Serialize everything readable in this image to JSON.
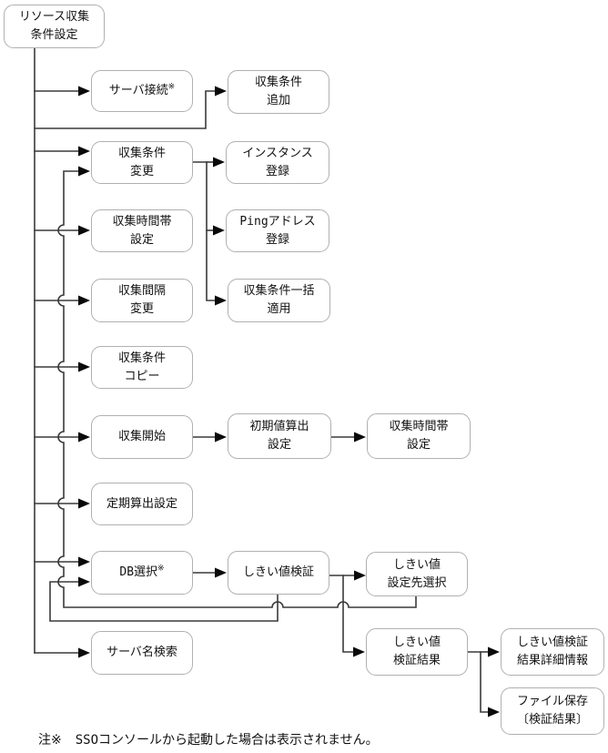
{
  "nodes": {
    "root": {
      "lines": [
        "リソース収集",
        "条件設定"
      ]
    },
    "server_connect": {
      "lines": [
        "サーバ接続"
      ],
      "sup": "※"
    },
    "add_condition": {
      "lines": [
        "収集条件",
        "追加"
      ]
    },
    "change_condition": {
      "lines": [
        "収集条件",
        "変更"
      ]
    },
    "instance_register": {
      "lines": [
        "インスタンス",
        "登録"
      ]
    },
    "timezone_setting": {
      "lines": [
        "収集時間帯",
        "設定"
      ]
    },
    "ping_register": {
      "lines": [
        "Pingアドレス",
        "登録"
      ]
    },
    "interval_change": {
      "lines": [
        "収集間隔",
        "変更"
      ]
    },
    "batch_apply": {
      "lines": [
        "収集条件一括",
        "適用"
      ]
    },
    "copy_condition": {
      "lines": [
        "収集条件",
        "コピー"
      ]
    },
    "start_collection": {
      "lines": [
        "収集開始"
      ]
    },
    "initial_calc": {
      "lines": [
        "初期値算出",
        "設定"
      ]
    },
    "timezone_setting_2": {
      "lines": [
        "収集時間帯",
        "設定"
      ]
    },
    "periodic_calc": {
      "lines": [
        "定期算出設定"
      ]
    },
    "db_select": {
      "lines": [
        "DB選択"
      ],
      "sup": "※"
    },
    "threshold_verify": {
      "lines": [
        "しきい値検証"
      ]
    },
    "threshold_target_select": {
      "lines": [
        "しきい値",
        "設定先選択"
      ]
    },
    "server_search": {
      "lines": [
        "サーバ名検索"
      ]
    },
    "threshold_verify_result": {
      "lines": [
        "しきい値",
        "検証結果"
      ]
    },
    "result_detail": {
      "lines": [
        "しきい値検証",
        "結果詳細情報"
      ]
    },
    "file_save": {
      "lines": [
        "ファイル保存",
        "〔検証結果〕"
      ]
    }
  },
  "note": {
    "marker": "注※",
    "text": "SSOコンソールから起動した場合は表示されません。"
  },
  "colors": {
    "background": "#ffffff",
    "box_border": "#b0b0b0",
    "line": "#3a3a3a",
    "arrow": "#0a0a0a",
    "text": "#111111"
  }
}
